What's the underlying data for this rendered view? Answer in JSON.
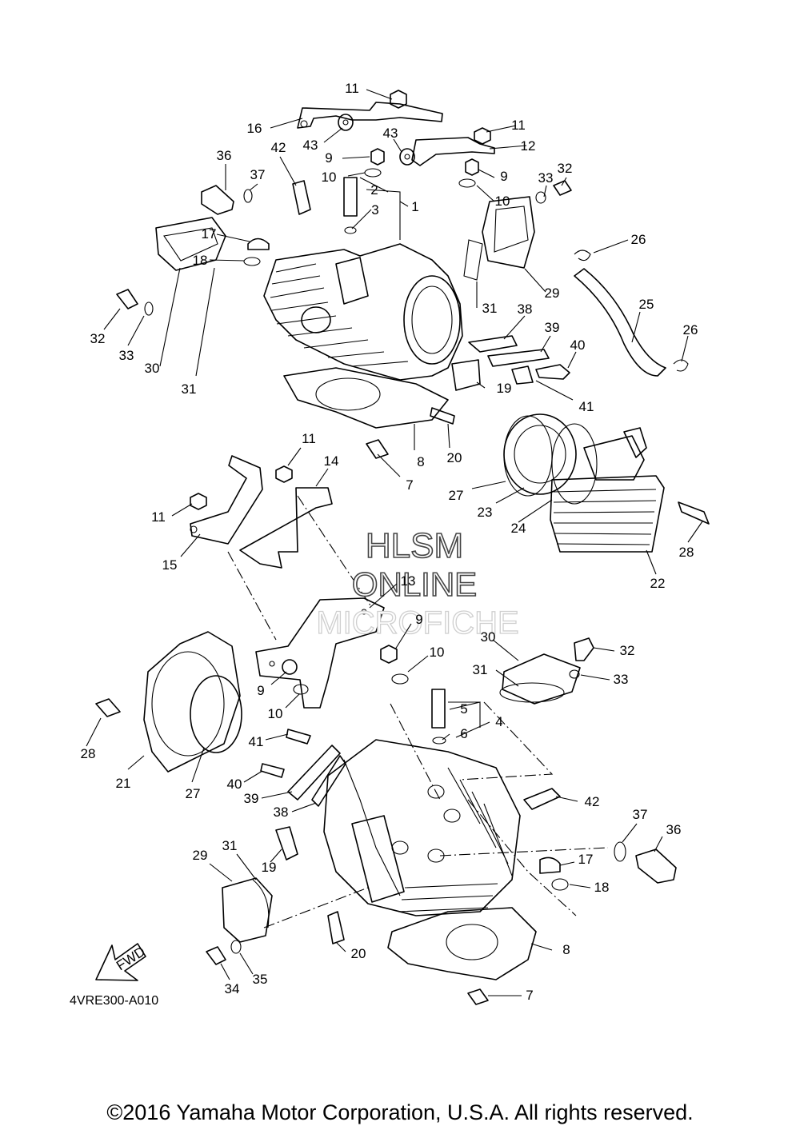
{
  "watermark": {
    "line1": "HLSM",
    "line2": "ONLINE",
    "line3": "MICROFICHE"
  },
  "fwd_label": "FWD",
  "diagram_code": "4VRE300-A010",
  "copyright": "©2016 Yamaha Motor Corporation, U.S.A. All rights reserved.",
  "callouts": [
    "11",
    "16",
    "43",
    "43",
    "11",
    "12",
    "9",
    "9",
    "10",
    "10",
    "2",
    "3",
    "1",
    "36",
    "42",
    "37",
    "33",
    "32",
    "17",
    "18",
    "26",
    "25",
    "26",
    "29",
    "31",
    "38",
    "39",
    "40",
    "41",
    "19",
    "32",
    "33",
    "30",
    "31",
    "20",
    "8",
    "7",
    "27",
    "23",
    "24",
    "28",
    "22",
    "11",
    "14",
    "11",
    "15",
    "13",
    "9",
    "10",
    "30",
    "32",
    "31",
    "33",
    "9",
    "10",
    "5",
    "4",
    "6",
    "28",
    "21",
    "27",
    "41",
    "40",
    "39",
    "38",
    "42",
    "37",
    "36",
    "19",
    "17",
    "18",
    "29",
    "31",
    "20",
    "8",
    "7",
    "34",
    "35"
  ]
}
